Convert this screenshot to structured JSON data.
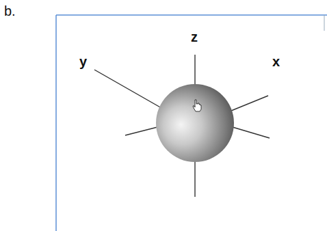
{
  "diagram": {
    "labels": [
      "b.",
      "z",
      "y",
      "x"
    ]
  }
}
